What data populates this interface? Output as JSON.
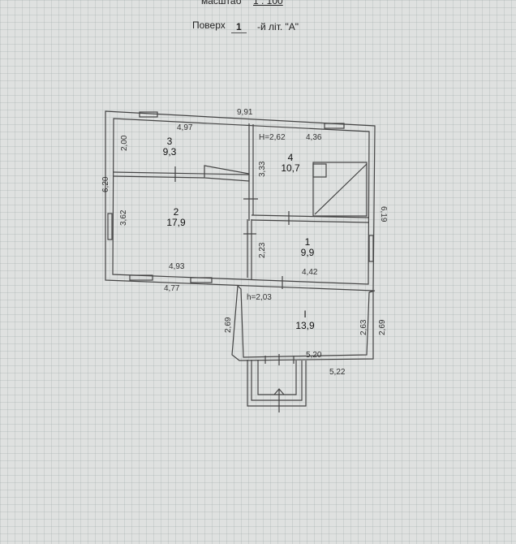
{
  "header": {
    "scale_label": "масштаб",
    "scale_value": "1 : 100",
    "floor_label": "Поверх",
    "floor_number": "1",
    "floor_suffix": "-й літ. \"А\""
  },
  "plan": {
    "rooms": [
      {
        "number": "1",
        "area": "9,9"
      },
      {
        "number": "2",
        "area": "17,9"
      },
      {
        "number": "3",
        "area": "9,3"
      },
      {
        "number": "4",
        "area": "10,7"
      },
      {
        "number": "I",
        "area": "13,9"
      }
    ],
    "dimensions": {
      "top_total": "9,91",
      "left_total": "6,20",
      "right_total": "6,19",
      "room3_width": "4,97",
      "room3_height": "2,00",
      "room4_height_mark": "H=2,62",
      "room4_width": "4,36",
      "room4_height": "3,33",
      "room2_height": "3,62",
      "room2_width": "4,93",
      "room1_height": "2,23",
      "room1_width": "4,42",
      "bottom_left": "4,77",
      "veranda_height_mark": "h=2,03",
      "veranda_left": "2,69",
      "veranda_right_inner": "2,63",
      "veranda_right_outer": "2,69",
      "veranda_inner_width": "5,20",
      "veranda_outer_width": "5,22"
    }
  }
}
